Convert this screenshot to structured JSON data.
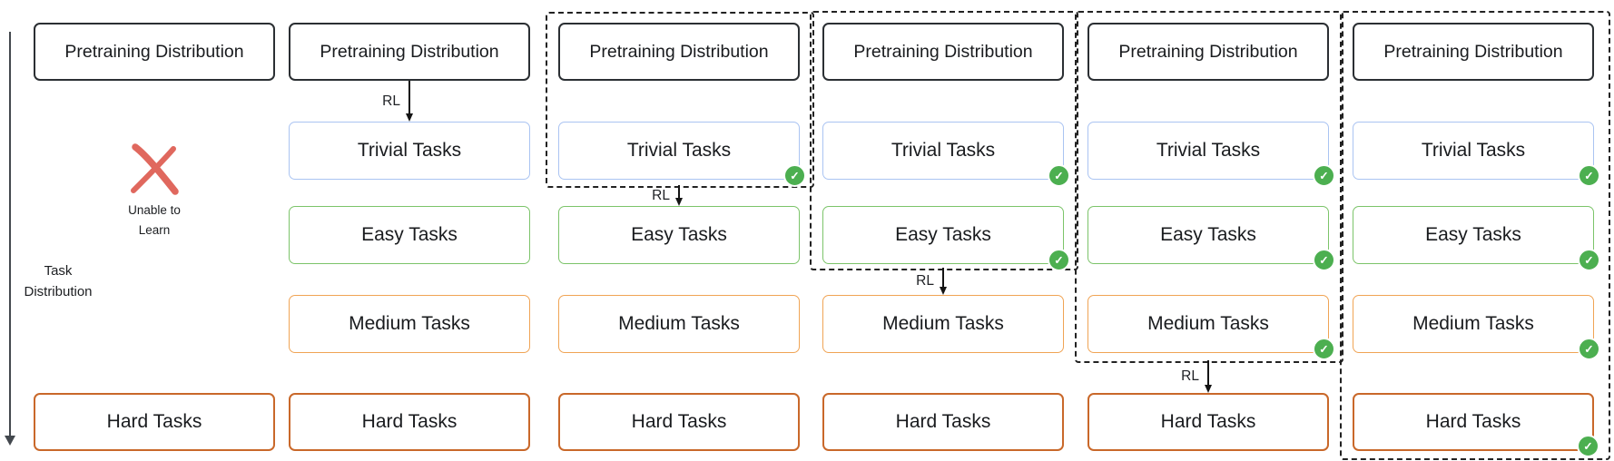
{
  "axis": {
    "label": "Task Distribution"
  },
  "colors": {
    "pretraining_border": "#2b2f33",
    "trivial_border": "#aac4f2",
    "easy_border": "#7cc46a",
    "medium_border": "#f0a455",
    "hard_border": "#c9682a",
    "check_green": "#4caf50",
    "fail_red": "#e0685e",
    "axis_gray": "#43484e",
    "arrow_black": "#141414",
    "dashed_outline": "#222222"
  },
  "stages": [
    {
      "pretraining": "Pretraining Distribution",
      "fail_label": "Unable to Learn",
      "dashed_outline": false,
      "tasks": [
        {
          "label": "Hard Tasks",
          "level": "hard",
          "checked": false
        }
      ]
    },
    {
      "pretraining": "Pretraining Distribution",
      "rl": "RL",
      "dashed_outline": false,
      "tasks": [
        {
          "label": "Trivial Tasks",
          "level": "trivial",
          "checked": false
        },
        {
          "label": "Easy Tasks",
          "level": "easy",
          "checked": false
        },
        {
          "label": "Medium Tasks",
          "level": "medium",
          "checked": false
        },
        {
          "label": "Hard Tasks",
          "level": "hard",
          "checked": false
        }
      ]
    },
    {
      "pretraining": "Pretraining Distribution",
      "rl": "RL",
      "dashed_outline": true,
      "dashed_wraps": [
        "pretraining",
        "trivial"
      ],
      "tasks": [
        {
          "label": "Trivial Tasks",
          "level": "trivial",
          "checked": true
        },
        {
          "label": "Easy Tasks",
          "level": "easy",
          "checked": false
        },
        {
          "label": "Medium Tasks",
          "level": "medium",
          "checked": false
        },
        {
          "label": "Hard Tasks",
          "level": "hard",
          "checked": false
        }
      ]
    },
    {
      "pretraining": "Pretraining Distribution",
      "rl": "RL",
      "dashed_outline": true,
      "dashed_wraps": [
        "pretraining",
        "trivial",
        "easy"
      ],
      "tasks": [
        {
          "label": "Trivial Tasks",
          "level": "trivial",
          "checked": true
        },
        {
          "label": "Easy Tasks",
          "level": "easy",
          "checked": true
        },
        {
          "label": "Medium Tasks",
          "level": "medium",
          "checked": false
        },
        {
          "label": "Hard Tasks",
          "level": "hard",
          "checked": false
        }
      ]
    },
    {
      "pretraining": "Pretraining Distribution",
      "rl": "RL",
      "dashed_outline": true,
      "dashed_wraps": [
        "pretraining",
        "trivial",
        "easy",
        "medium"
      ],
      "tasks": [
        {
          "label": "Trivial Tasks",
          "level": "trivial",
          "checked": true
        },
        {
          "label": "Easy Tasks",
          "level": "easy",
          "checked": true
        },
        {
          "label": "Medium Tasks",
          "level": "medium",
          "checked": true
        },
        {
          "label": "Hard Tasks",
          "level": "hard",
          "checked": false
        }
      ]
    },
    {
      "pretraining": "Pretraining Distribution",
      "dashed_outline": true,
      "dashed_wraps": [
        "pretraining",
        "trivial",
        "easy",
        "medium",
        "hard"
      ],
      "tasks": [
        {
          "label": "Trivial Tasks",
          "level": "trivial",
          "checked": true
        },
        {
          "label": "Easy Tasks",
          "level": "easy",
          "checked": true
        },
        {
          "label": "Medium Tasks",
          "level": "medium",
          "checked": true
        },
        {
          "label": "Hard Tasks",
          "level": "hard",
          "checked": true
        }
      ]
    }
  ]
}
